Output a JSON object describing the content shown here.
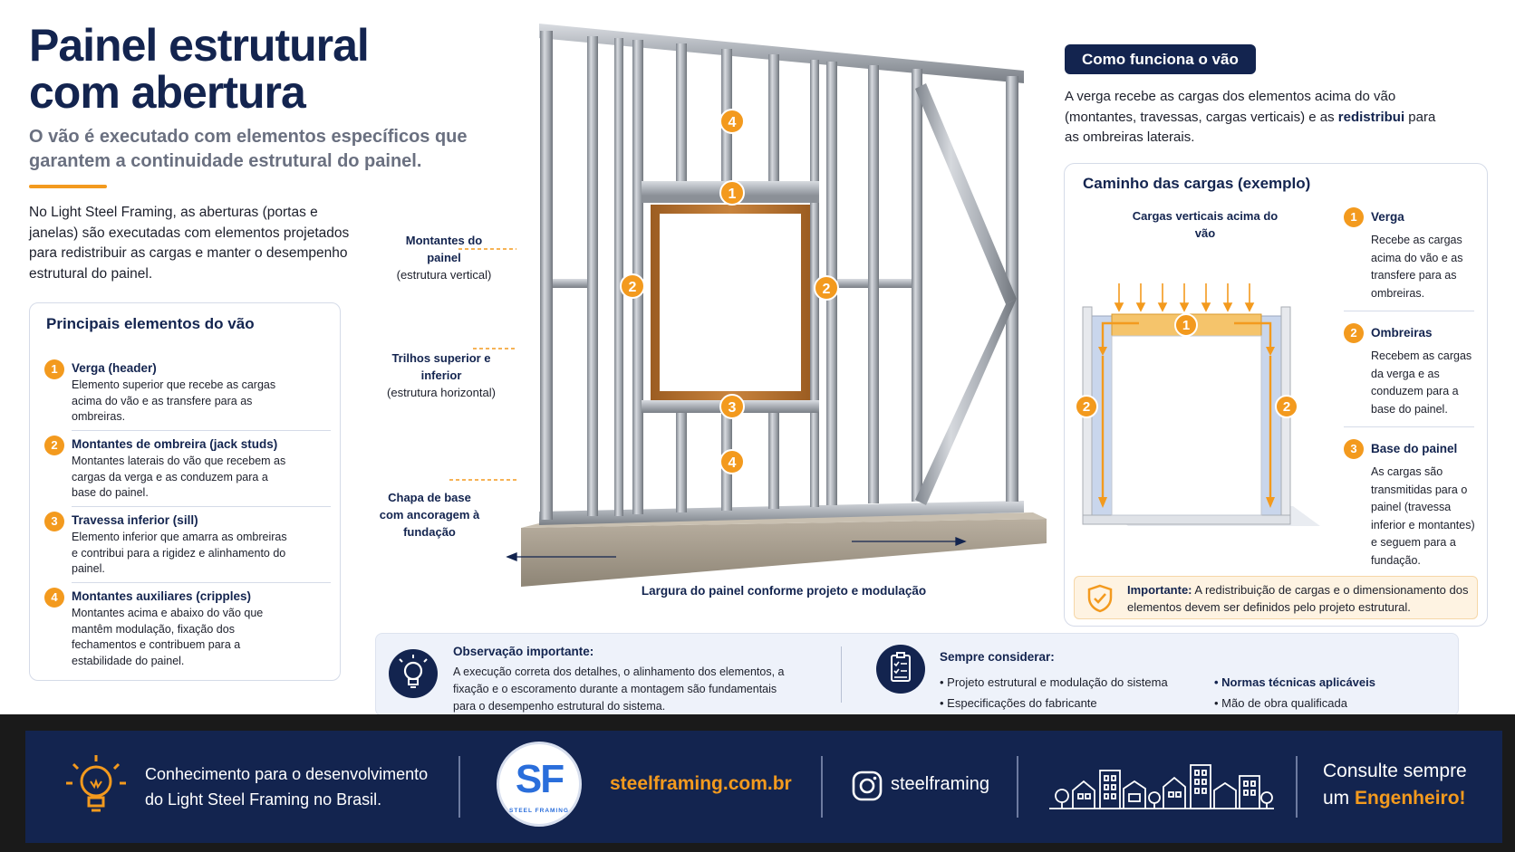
{
  "header": {
    "title_line1": "Painel estrutural",
    "title_line2": "com abertura",
    "subtitle": "O vão é executado com elementos específicos que garantem a continuidade estrutural do painel.",
    "intro": "No Light Steel Framing, as aberturas (portas e janelas) são executadas com elementos projetados para redistribuir as cargas e manter o desempenho estrutural do painel."
  },
  "elements": {
    "title": "Principais elementos do vão",
    "items": [
      {
        "num": "1",
        "name": "Verga (header)",
        "desc": "Elemento superior que recebe as cargas acima do vão e as transfere para as ombreiras."
      },
      {
        "num": "2",
        "name": "Montantes de ombreira (jack studs)",
        "desc": "Montantes laterais do vão que recebem as cargas da verga e as conduzem para a base do painel."
      },
      {
        "num": "3",
        "name": "Travessa inferior (sill)",
        "desc": "Elemento inferior que amarra as ombreiras e contribui para a rigidez e alinhamento do painel."
      },
      {
        "num": "4",
        "name": "Montantes auxiliares (cripples)",
        "desc": "Montantes acima e abaixo do vão que mantêm modulação, fixação dos fechamentos e contribuem para a estabilidade do painel."
      }
    ]
  },
  "diagram": {
    "markers": [
      "4",
      "1",
      "2",
      "2",
      "3",
      "4"
    ],
    "callouts": {
      "montantes_title": "Montantes do painel",
      "montantes_sub": "(estrutura vertical)",
      "trilhos_title": "Trilhos superior e inferior",
      "trilhos_sub": "(estrutura horizontal)",
      "chapa_title": "Chapa de base com ancoragem à fundação"
    },
    "width_label": "Largura do painel conforme projeto e modulação"
  },
  "how": {
    "pill": "Como funciona o vão",
    "text_before": "A verga recebe as cargas dos elementos acima do vão (montantes, travessas, cargas verticais) e as ",
    "text_bold": "redistribui",
    "text_after": " para as ombreiras laterais."
  },
  "load_path": {
    "title": "Caminho das cargas (exemplo)",
    "vertical_label": "Cargas verticais acima do vão",
    "markers": [
      "1",
      "2",
      "2"
    ],
    "items": [
      {
        "num": "1",
        "name": "Verga",
        "desc": "Recebe as cargas acima do vão e as transfere para as ombreiras."
      },
      {
        "num": "2",
        "name": "Ombreiras",
        "desc": "Recebem as cargas da verga e as conduzem para a base do painel."
      },
      {
        "num": "3",
        "name": "Base do painel",
        "desc": "As cargas são transmitidas para o painel (travessa inferior e montantes) e seguem para a fundação."
      }
    ],
    "important_label": "Importante:",
    "important_text": " A redistribuição de cargas e o dimensionamento dos elementos devem ser definidos pelo projeto estrutural."
  },
  "info": {
    "obs_title": "Observação importante:",
    "obs_text": "A execução correta dos detalhes, o alinhamento dos elementos, a fixação e o escoramento durante a montagem são fundamentais para o desempenho estrutural do sistema.",
    "cons_title": "Sempre considerar:",
    "cons_items": [
      "• Projeto estrutural e modulação do sistema",
      "• Especificações do fabricante",
      "• Normas técnicas aplicáveis",
      "• Mão de obra qualificada"
    ]
  },
  "footer": {
    "tagline": "Conhecimento para o desenvolvimento do Light Steel Framing no Brasil.",
    "logo_mark": "SF",
    "logo_text": "STEEL FRAMING",
    "site": "steelframing.com.br",
    "instagram": "steelframing",
    "consult_prefix": "Consulte sempre",
    "consult_um": "um ",
    "consult_bold": "Engenheiro!"
  },
  "colors": {
    "navy": "#13244f",
    "orange": "#f39a1e",
    "steel": "#a9adb4",
    "wood": "#b8732f"
  }
}
